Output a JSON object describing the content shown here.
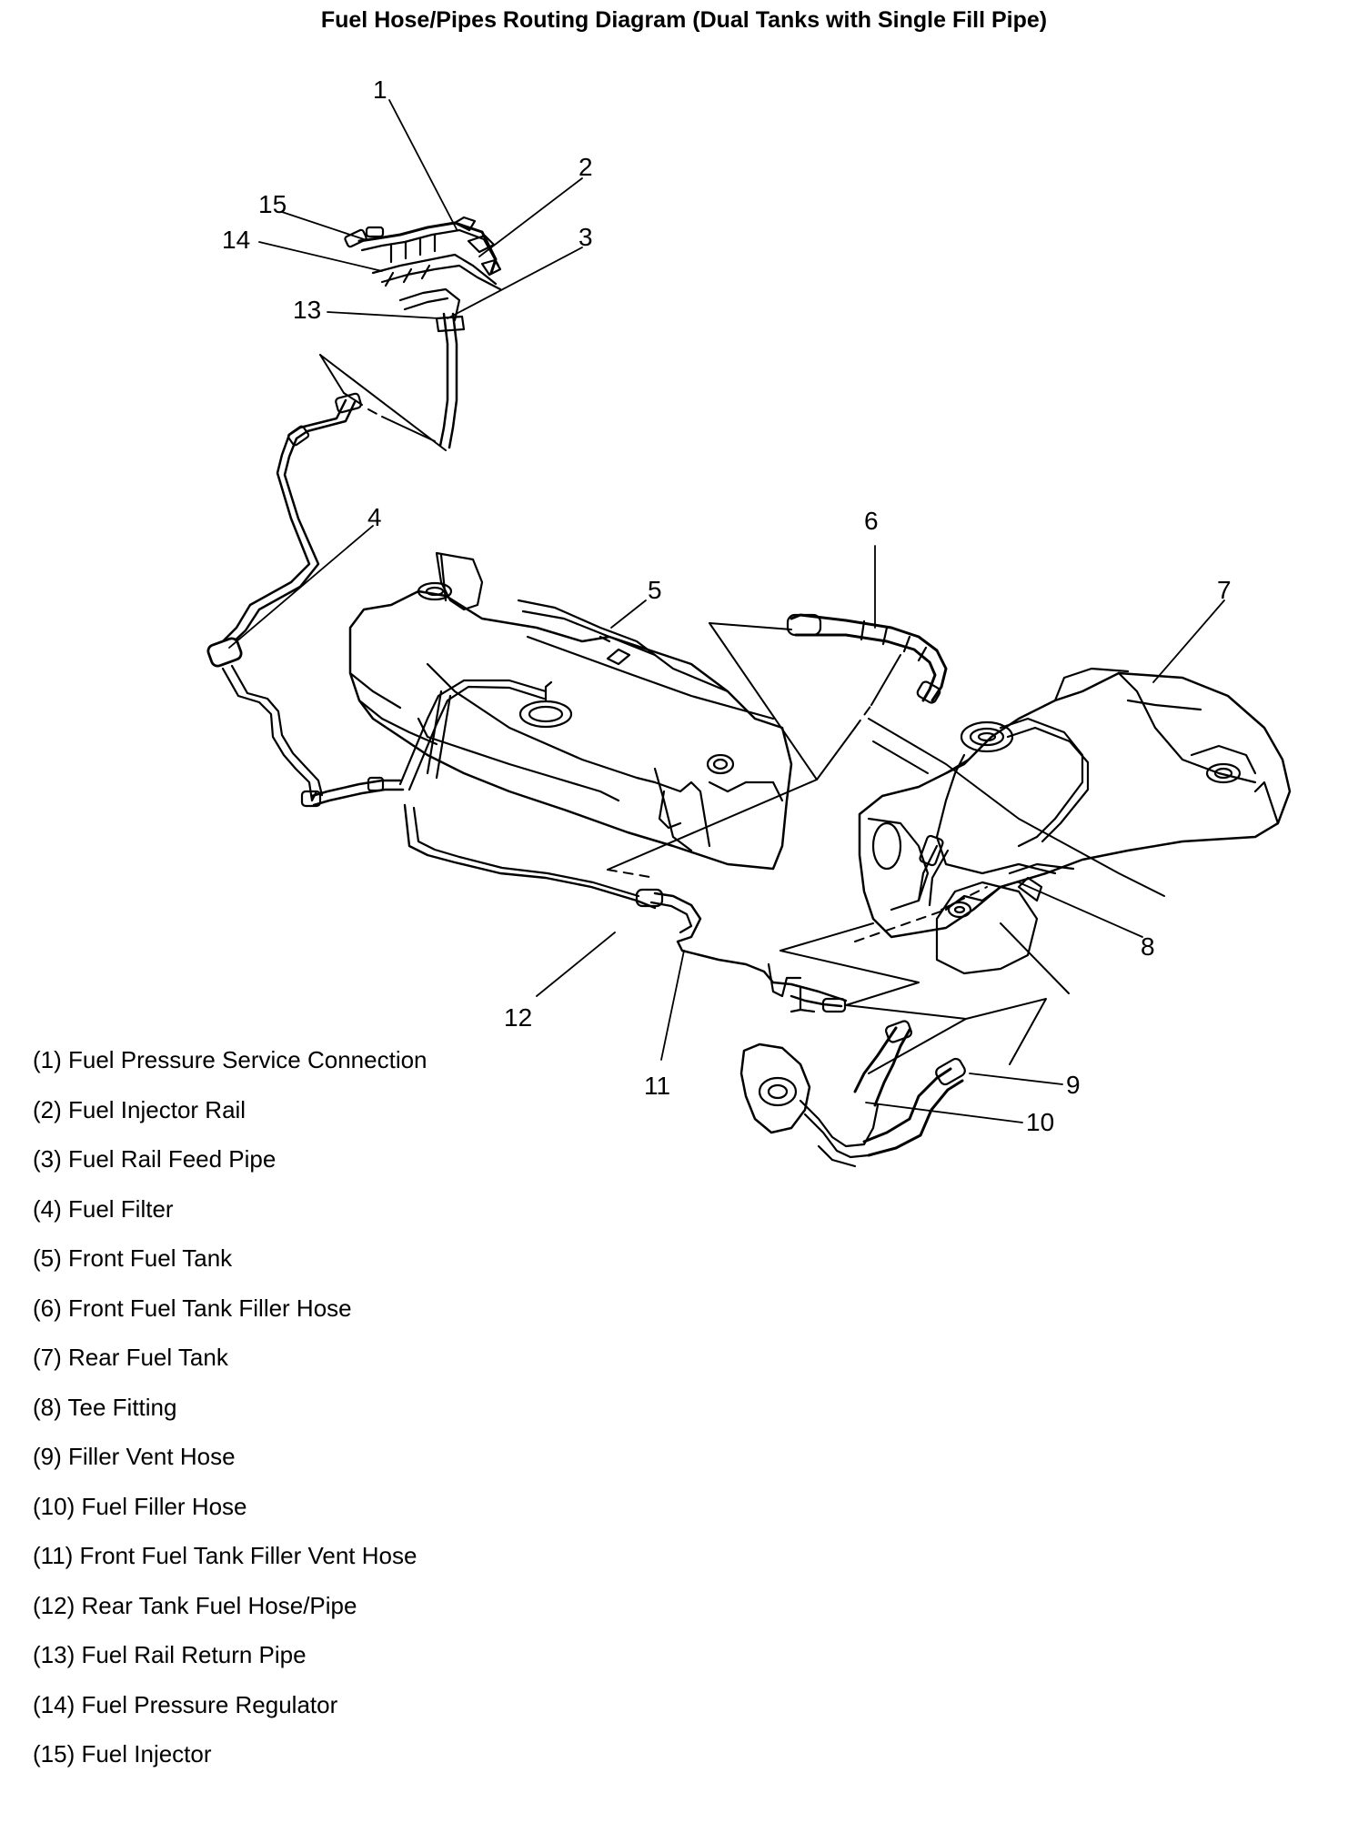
{
  "title": "Fuel Hose/Pipes Routing Diagram (Dual Tanks with Single Fill Pipe)",
  "callouts": [
    "1",
    "2",
    "3",
    "4",
    "5",
    "6",
    "7",
    "8",
    "9",
    "10",
    "11",
    "12",
    "13",
    "14",
    "15"
  ],
  "legend": [
    "(1) Fuel Pressure Service Connection",
    "(2) Fuel Injector Rail",
    "(3) Fuel Rail Feed Pipe",
    "(4) Fuel Filter",
    "(5) Front Fuel Tank",
    "(6) Front Fuel Tank Filler Hose",
    "(7) Rear Fuel Tank",
    "(8) Tee Fitting",
    "(9) Filler Vent Hose",
    "(10) Fuel Filler Hose",
    "(11) Front Fuel Tank Filler Vent Hose",
    "(12) Rear Tank Fuel Hose/Pipe",
    "(13) Fuel Rail Return Pipe",
    "(14) Fuel Pressure Regulator",
    "(15) Fuel Injector"
  ]
}
